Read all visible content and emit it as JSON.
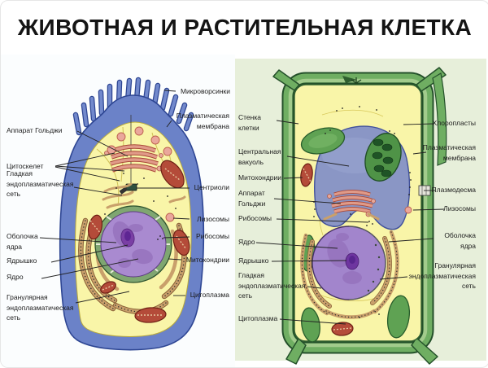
{
  "title": "ЖИВОТНАЯ И РАСТИТЕЛЬНАЯ  КЛЕТКА",
  "animal": {
    "golgi": "Аппарат Гольджи",
    "cytoskeleton": "Цитоскелет",
    "smooth_er": "Гладкая эндоплазматическая сеть",
    "nuclear_envelope": "Оболочка ядра",
    "nucleolus": "Ядрышко",
    "nucleus": "Ядро",
    "granular_er": "Гранулярная эндоплазматическая сеть",
    "microvilli": "Микроворсинки",
    "plasma_membrane": "Плазматическая мембрана",
    "centrioles": "Центриоли",
    "lysosomes": "Лизосомы",
    "ribosomes": "Рибосомы",
    "mitochondria": "Митохондрии",
    "cytoplasm": "Цитоплазма"
  },
  "plant": {
    "cell_wall": "Стенка клетки",
    "central_vacuole": "Центральная вакуоль",
    "mitochondria": "Митохондрии",
    "golgi": "Аппарат Гольджи",
    "ribosomes": "Рибосомы",
    "nucleus": "Ядро",
    "nucleolus": "Ядрышко",
    "smooth_er": "Гладкая эндоплазматическая сеть",
    "cytoplasm": "Цитоплазма",
    "chloroplasts": "Хлоропласты",
    "plasma_membrane": "Плазматическая мембрана",
    "plasmodesma": "Плазмодесма",
    "lysosomes": "Лизосомы",
    "nuclear_envelope": "Оболочка ядра",
    "granular_er": "Гранулярная эндоплазматическая сеть"
  },
  "colors": {
    "background": "#ffffff",
    "plant_panel_bg": "#e7efda",
    "animal_membrane": "#6b82c8",
    "cytoplasm": "#f9f5a8",
    "nucleus": "#a285cc",
    "nucleolus": "#6e35a0",
    "nuclear_envelope_green": "#7fa671",
    "cell_wall": "#6fae62",
    "central_vacuole": "#8a96c5",
    "chloroplast": "#5fa253",
    "mitochondria": "#b44b39",
    "golgi": "#e09a88",
    "endoplasmic_reticulum": "#c9a06b",
    "label_text": "#1c1c1c",
    "title_text": "#141414"
  }
}
